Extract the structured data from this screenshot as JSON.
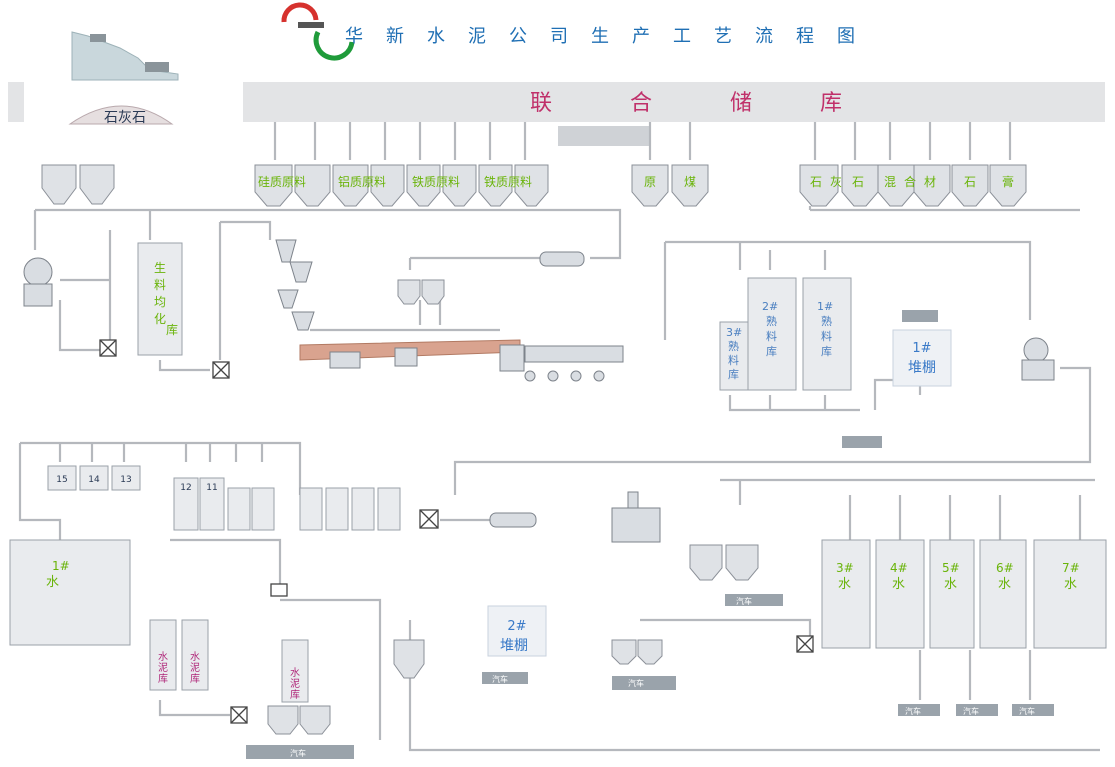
{
  "header": {
    "title": "华新水泥公司生产工艺流程图",
    "logo": "company-logo",
    "accent": "#1f9b3a",
    "accent2": "#d6322e"
  },
  "storage_band": {
    "label_chars": [
      "联",
      "合",
      "储",
      "库"
    ],
    "color": "#e3e4e6",
    "text_color": "#c0306a"
  },
  "quarry": {
    "pile_label": "石灰石"
  },
  "raw_hoppers": {
    "silica": "硅质原料",
    "alumina": "铝质原料",
    "iron1": "铁质原料",
    "iron2": "铁质原料"
  },
  "coal_hoppers": [
    "原",
    "煤"
  ],
  "additive_hoppers": [
    "石",
    "灰",
    "石",
    "混",
    "合",
    "材",
    "石",
    "膏"
  ],
  "raw_meal_silo": [
    "生",
    "料",
    "均",
    "化",
    "库"
  ],
  "clinker_silos": [
    {
      "id": "1#",
      "chars": [
        "熟",
        "料",
        "库"
      ]
    },
    {
      "id": "2#",
      "chars": [
        "熟",
        "料",
        "库"
      ]
    },
    {
      "id": "3#",
      "chars": [
        "熟",
        "料",
        "库"
      ]
    }
  ],
  "sheds": [
    {
      "name": "1#",
      "label": "堆棚"
    },
    {
      "name": "2#",
      "label": "堆棚"
    }
  ],
  "small_silos_top": [
    "15",
    "14",
    "13",
    "12",
    "11"
  ],
  "cement_silos_left": {
    "id": "1#",
    "char": "水"
  },
  "cement_silos_right": [
    {
      "id": "3#",
      "char": "水"
    },
    {
      "id": "4#",
      "char": "水"
    },
    {
      "id": "5#",
      "char": "水"
    },
    {
      "id": "6#",
      "char": "水"
    },
    {
      "id": "7#",
      "char": "水"
    }
  ],
  "cement_bins_small": [
    {
      "chars": [
        "水",
        "泥",
        "库"
      ]
    },
    {
      "chars": [
        "水",
        "泥",
        "库"
      ]
    },
    {
      "chars": [
        "水",
        "泥",
        "库"
      ]
    }
  ],
  "trucks": [
    "汽车",
    "汽车",
    "汽车",
    "汽车",
    "汽车",
    "汽车",
    "汽车"
  ],
  "colors": {
    "flow": "#b5b8bd",
    "green_label": "#6ab40a",
    "blue_label": "#4a7fc0",
    "magenta_label": "#b0287a",
    "kiln": "#d9a38f"
  }
}
